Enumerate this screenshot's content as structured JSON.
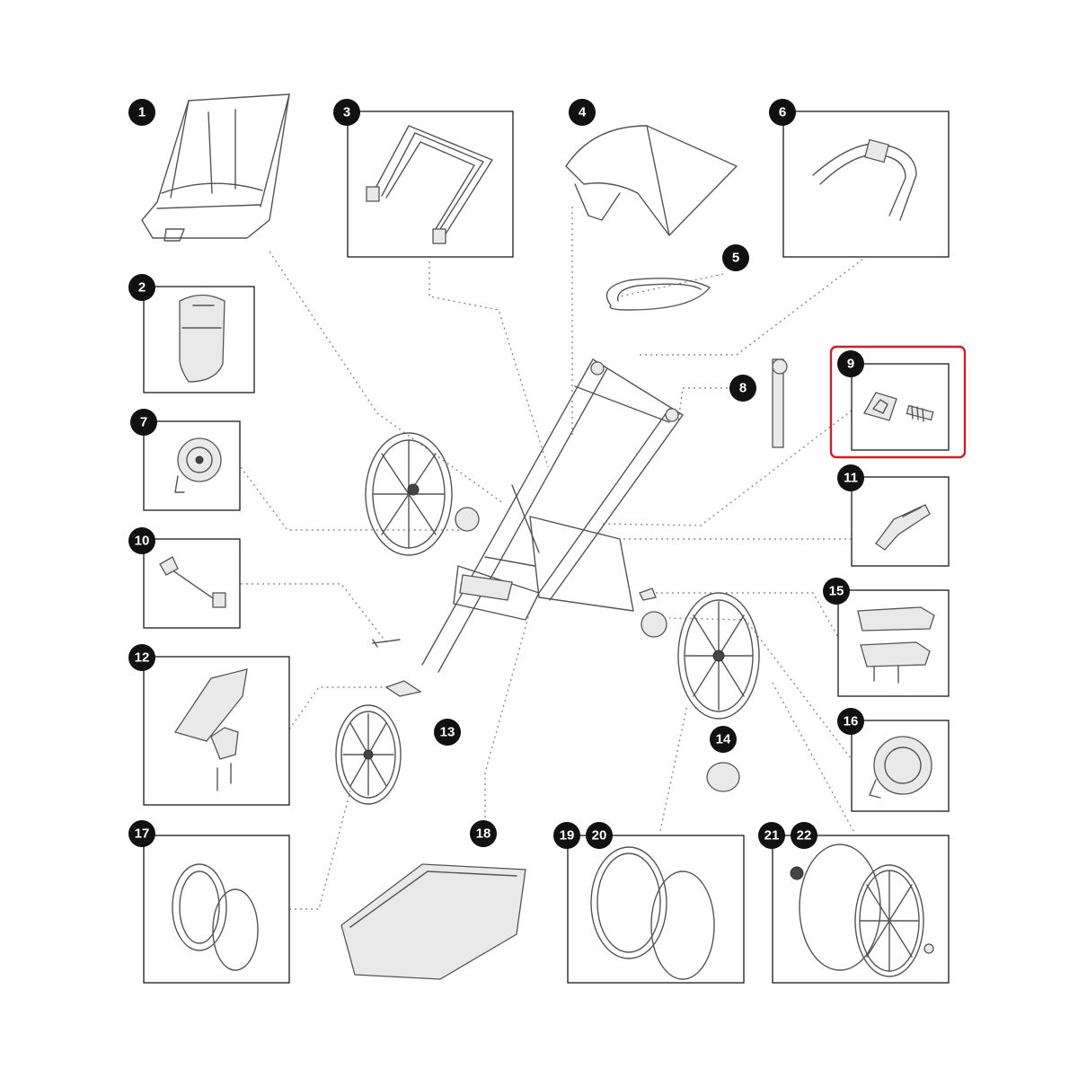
{
  "diagram": {
    "callouts": [
      {
        "id": "b1",
        "label": "1"
      },
      {
        "id": "b2",
        "label": "2"
      },
      {
        "id": "b3",
        "label": "3"
      },
      {
        "id": "b4",
        "label": "4"
      },
      {
        "id": "b5",
        "label": "5"
      },
      {
        "id": "b6",
        "label": "6"
      },
      {
        "id": "b7",
        "label": "7"
      },
      {
        "id": "b8",
        "label": "8"
      },
      {
        "id": "b9",
        "label": "9"
      },
      {
        "id": "b10",
        "label": "10"
      },
      {
        "id": "b11",
        "label": "11"
      },
      {
        "id": "b12",
        "label": "12"
      },
      {
        "id": "b13",
        "label": "13"
      },
      {
        "id": "b14",
        "label": "14"
      },
      {
        "id": "b15",
        "label": "15"
      },
      {
        "id": "b16",
        "label": "16"
      },
      {
        "id": "b17",
        "label": "17"
      },
      {
        "id": "b18",
        "label": "18"
      },
      {
        "id": "b19",
        "label": "19"
      },
      {
        "id": "b20",
        "label": "20"
      },
      {
        "id": "b21",
        "label": "21"
      },
      {
        "id": "b22",
        "label": "22"
      }
    ],
    "highlighted_part": "9",
    "highlight_color": "#c8232c",
    "badge_color": "#111111",
    "line_color": "#555555"
  }
}
